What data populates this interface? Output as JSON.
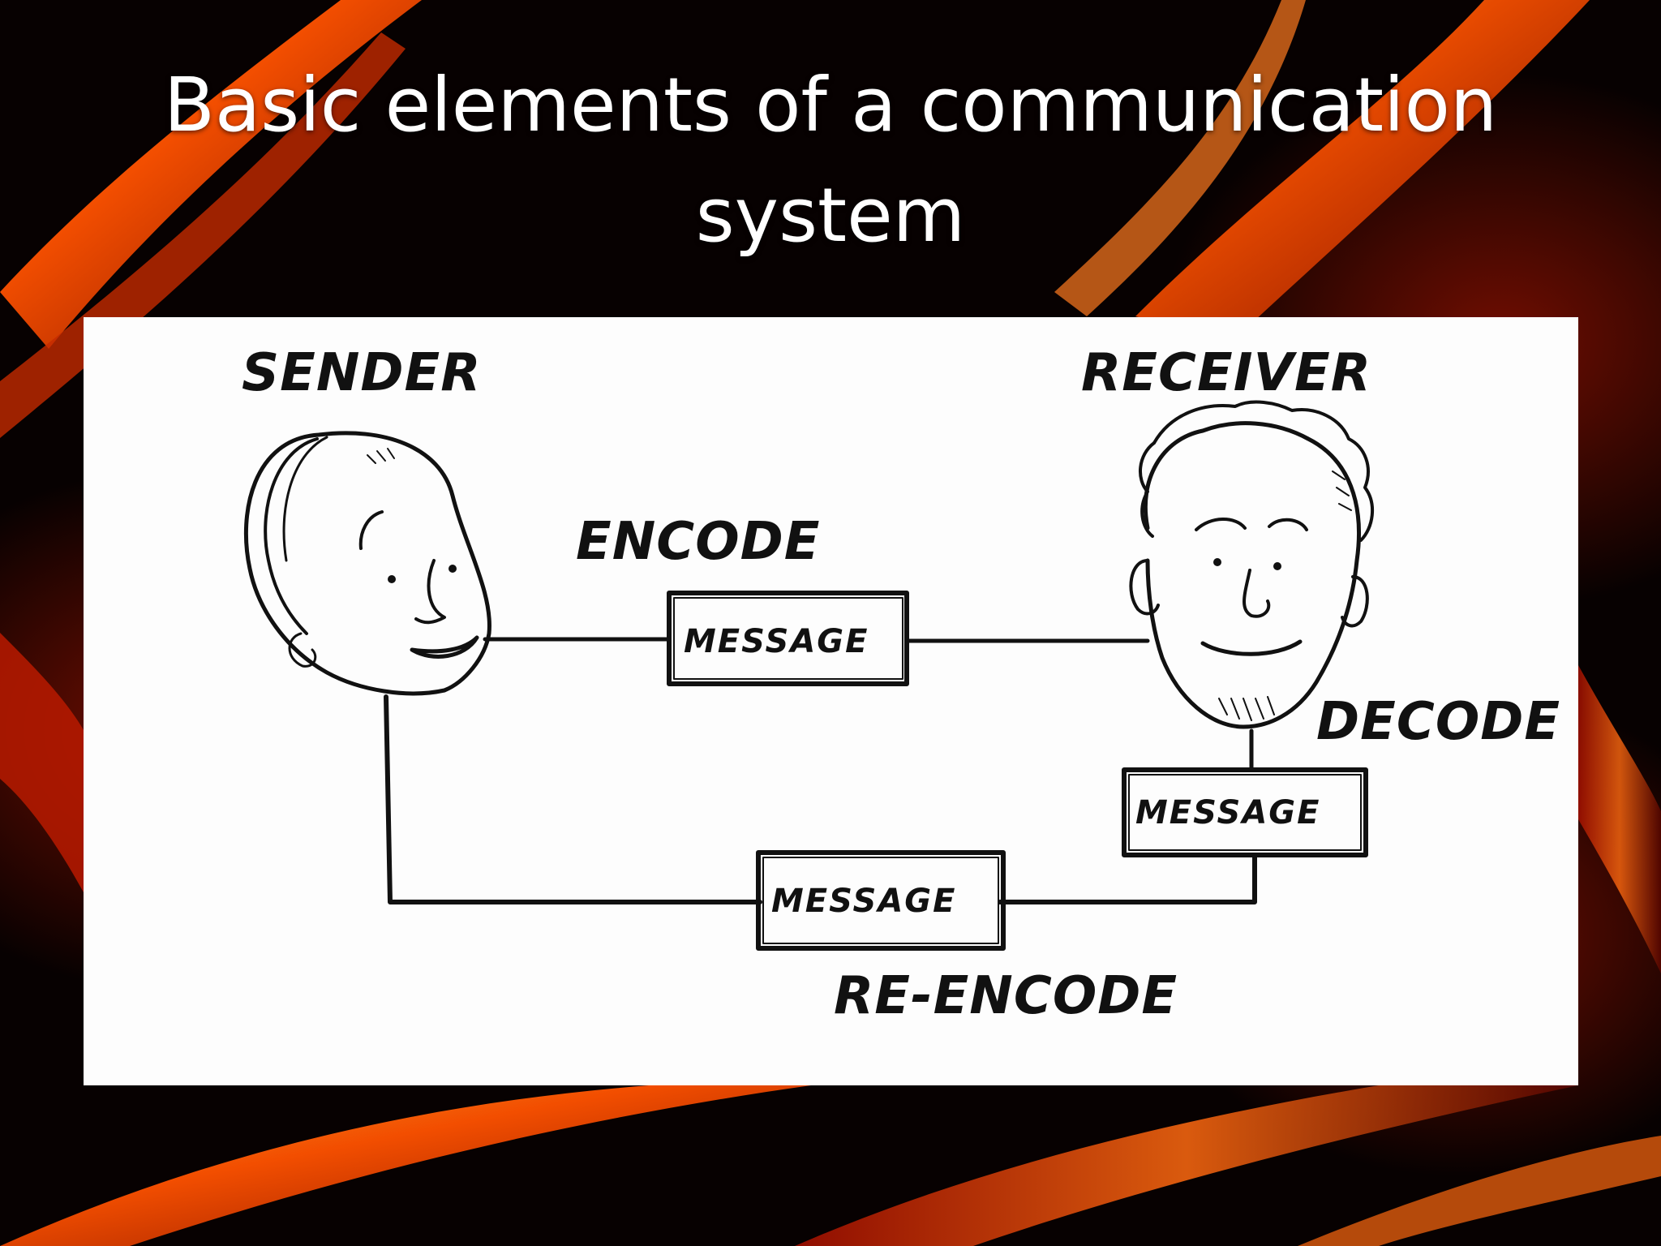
{
  "slide": {
    "title_line1": "Basic elements of a communication",
    "title_line2": "system"
  },
  "diagram": {
    "sender_label": "SENDER",
    "receiver_label": "RECEIVER",
    "encode_label": "ENCODE",
    "decode_label": "DECODE",
    "reencode_label": "RE-ENCODE",
    "message_top": "MESSAGE",
    "message_right": "MESSAGE",
    "message_bottom": "MESSAGE"
  },
  "colors": {
    "background": "#070101",
    "flame_orange": "#ff5a00",
    "flame_red": "#b01400",
    "panel": "#fdfdfd",
    "ink": "#111111",
    "title_text": "#ffffff"
  }
}
